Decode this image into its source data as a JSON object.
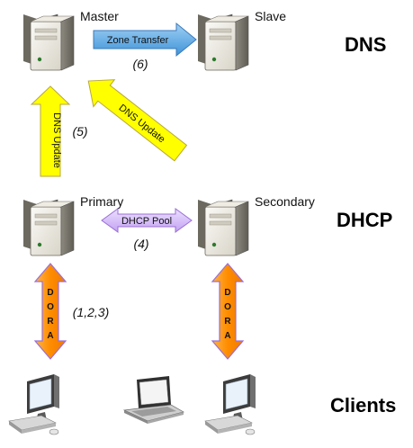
{
  "sections": {
    "dns": "DNS",
    "dhcp": "DHCP",
    "clients": "Clients"
  },
  "servers": {
    "master": "Master",
    "slave": "Slave",
    "primary": "Primary",
    "secondary": "Secondary"
  },
  "arrows": {
    "zone_transfer": "Zone Transfer",
    "dns_update_vertical": "DNS Update",
    "dns_update_diagonal": "DNS Update",
    "dhcp_pool": "DHCP Pool",
    "dora_left": [
      "D",
      "O",
      "R",
      "A"
    ],
    "dora_right": [
      "D",
      "O",
      "R",
      "A"
    ]
  },
  "steps": {
    "zone_transfer": "(6)",
    "dns_update": "(5)",
    "dhcp_pool": "(4)",
    "dora": "(1,2,3)"
  },
  "colors": {
    "zone_transfer_arrow": "#5aa9e6",
    "dns_update_arrow": "#ffff00",
    "dhcp_pool_arrow": "#c9a8f5",
    "dora_arrow": "#ff8c00",
    "arrow_outline": "#9a6fd6"
  },
  "icons": {
    "server": "server-tower-icon",
    "desktop": "desktop-computer-icon",
    "laptop": "laptop-icon"
  }
}
